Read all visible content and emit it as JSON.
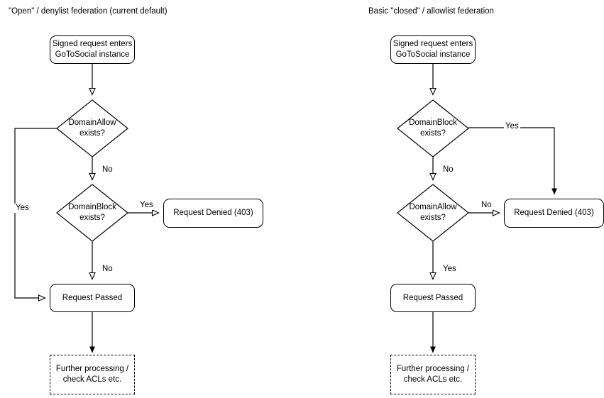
{
  "diagrams": [
    {
      "title": "\"Open\" / denylist federation (current default)",
      "nodes": {
        "start": "Signed request enters\nGoToSocial instance",
        "decision1": "DomainAllow\nexists?",
        "decision2": "DomainBlock\nexists?",
        "denied": "Request Denied (403)",
        "passed": "Request Passed",
        "further": "Further processing /\ncheck ACLs etc."
      },
      "edge_labels": {
        "d1_yes": "Yes",
        "d1_no": "No",
        "d2_yes": "Yes",
        "d2_no": "No"
      }
    },
    {
      "title": "Basic \"closed\" / allowlist federation",
      "nodes": {
        "start": "Signed request enters\nGoToSocial instance",
        "decision1": "DomainBlock\nexists?",
        "decision2": "DomainAllow\nexists?",
        "denied": "Request Denied (403)",
        "passed": "Request Passed",
        "further": "Further processing /\ncheck ACLs etc."
      },
      "edge_labels": {
        "d1_yes": "Yes",
        "d1_no": "No",
        "d2_no": "No",
        "d2_yes": "Yes"
      }
    }
  ],
  "style": {
    "stroke": "#000000",
    "background": "#ffffff"
  }
}
